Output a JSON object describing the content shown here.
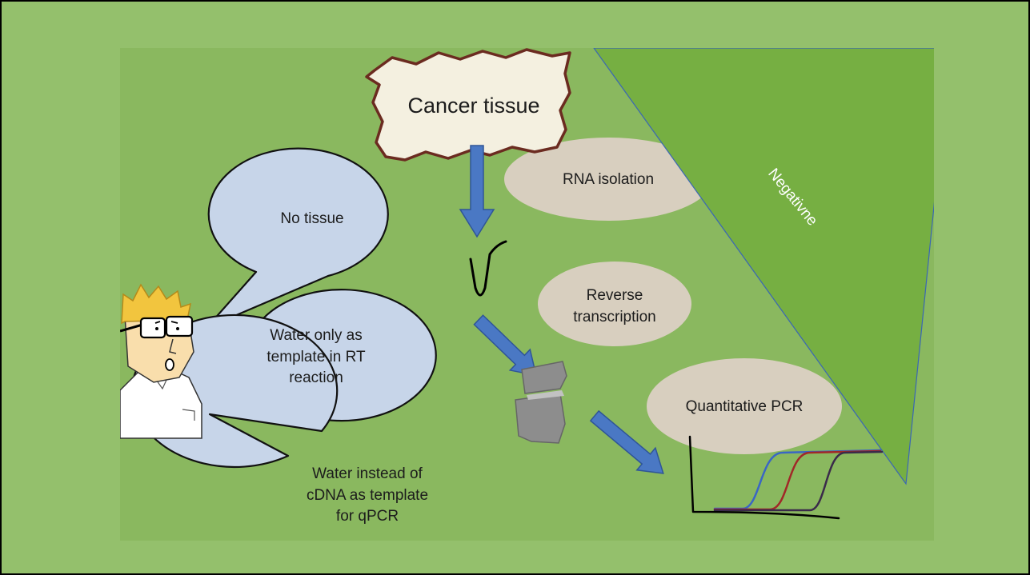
{
  "diagram": {
    "tissue_label": "Cancer tissue",
    "steps": [
      {
        "label": "RNA isolation"
      },
      {
        "label": "Reverse\ntranscription"
      },
      {
        "label": "Quantitative PCR"
      }
    ],
    "controls": [
      {
        "label": "No tissue"
      },
      {
        "label": "Water only as\ntemplate in RT\nreaction"
      },
      {
        "label": "Water instead of\ncDNA as template\nfor qPCR"
      }
    ],
    "triangle_label": "Negativne",
    "colors": {
      "slide_background": "#94c06c",
      "panel_background": "#8ab85f",
      "triangle_fill": "#76af42",
      "triangle_stroke": "#3a66b5",
      "arrow_fill": "#4a78c4",
      "arrow_stroke": "#2f5597",
      "step_ellipse_fill": "#d8cfbf",
      "bubble_fill": "#c7d5e9",
      "tissue_fill": "#f4f0e0",
      "tissue_stroke": "#6b2b20",
      "curve_colors": [
        "#3a66c4",
        "#a12828",
        "#3a2a4a"
      ]
    }
  }
}
